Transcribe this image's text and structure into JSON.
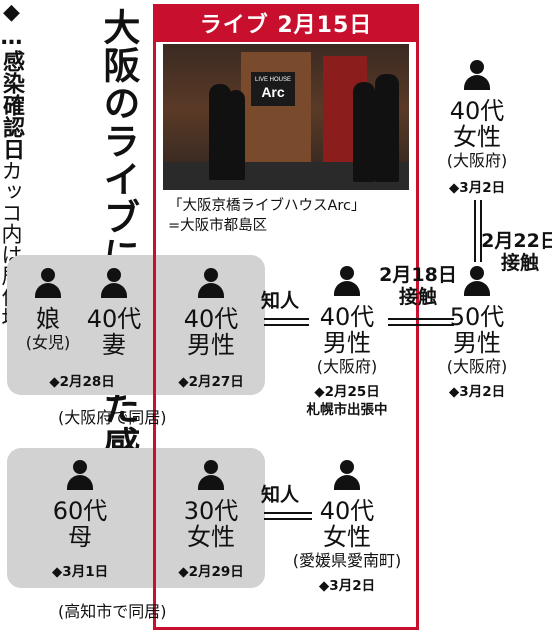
{
  "title": "大阪のライブに参加した感染者ら",
  "live_header": "ライブ 2月15日",
  "photo": {
    "sign_small": "LIVE HOUSE",
    "sign_big": "Arc",
    "caption_line1": "「大阪京橋ライブハウスArc」",
    "caption_line2": "=大阪市都島区"
  },
  "people": {
    "daughter": {
      "line1": "娘",
      "sub": "(女児)",
      "date": "◆2月28日"
    },
    "wife": {
      "line1": "40代",
      "line2": "妻"
    },
    "man40_attendee": {
      "line1": "40代",
      "line2": "男性",
      "date": "◆2月27日"
    },
    "man40_osaka": {
      "line1": "40代",
      "line2": "男性",
      "sub": "(大阪府)",
      "date": "◆2月25日",
      "extra": "札幌市出張中"
    },
    "man50": {
      "line1": "50代",
      "line2": "男性",
      "sub": "(大阪府)",
      "date": "◆3月2日"
    },
    "woman40_osaka": {
      "line1": "40代",
      "line2": "女性",
      "sub": "(大阪府)",
      "date": "◆3月2日"
    },
    "mother": {
      "line1": "60代",
      "line2": "母",
      "date": "◆3月1日"
    },
    "woman30": {
      "line1": "30代",
      "line2": "女性",
      "date": "◆2月29日"
    },
    "woman40_ehime": {
      "line1": "40代",
      "line2": "女性",
      "sub": "(愛媛県愛南町)",
      "date": "◆3月2日"
    }
  },
  "relations": {
    "acquaintance_1": "知人",
    "contact_0218_date": "2月18日",
    "contact_0218_label": "接触",
    "contact_0222_date": "2月22日",
    "contact_0222_label": "接触",
    "acquaintance_2": "知人"
  },
  "groups": {
    "osaka_cohabit": "(大阪府で同居)",
    "kochi_cohabit": "(高知市で同居)"
  },
  "legend": {
    "marker": "◆…感染確認日",
    "note": "カッコ内は居住地"
  },
  "colors": {
    "accent_red": "#c8102e",
    "group_gray": "#d2d2d2"
  }
}
